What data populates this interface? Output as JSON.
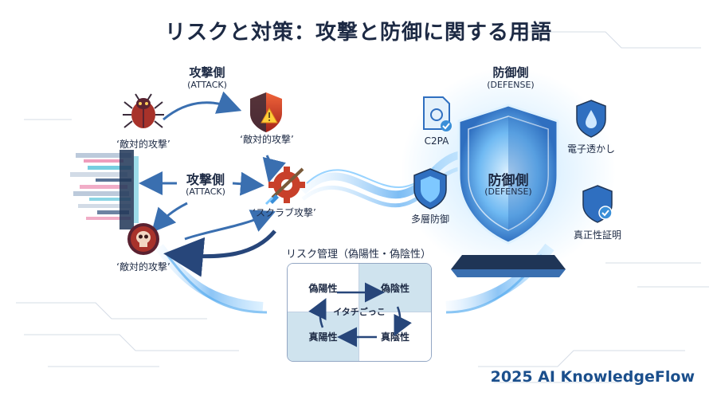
{
  "title": "リスクと対策：攻撃と防御に関する用語",
  "attack": {
    "top_heading": "攻撃側",
    "top_sub": "(ATTACK)",
    "mid_heading": "攻撃側",
    "mid_sub": "(ATTACK)",
    "node_top_left": "‘敵対的攻撃’",
    "node_top_right": "‘敵対的攻撃’",
    "node_bottom": "‘敵対的攻撃’",
    "node_scrub": "‘スクラブ攻撃’"
  },
  "defense": {
    "top_heading": "防御側",
    "top_sub": "(DEFENSE)",
    "shield_heading": "防御側",
    "shield_sub": "(DEFENSE)",
    "items": [
      "C2PA",
      "電子透かし",
      "多層防御",
      "真正性証明"
    ]
  },
  "risk": {
    "heading": "リスク管理（偽陽性・偽陰性）",
    "false_positive": "偽陽性",
    "false_negative": "偽陰性",
    "true_positive": "真陽性",
    "true_negative": "真陰性",
    "cycle": "イタチごっこ"
  },
  "footer": "2025 AI KnowledgeFlow",
  "colors": {
    "navy": "#1d2a44",
    "accent_blue": "#3a7bd5",
    "glow_blue": "#7ec8ff",
    "attack_red": "#d9452b",
    "footer_blue": "#1b4f8c"
  }
}
